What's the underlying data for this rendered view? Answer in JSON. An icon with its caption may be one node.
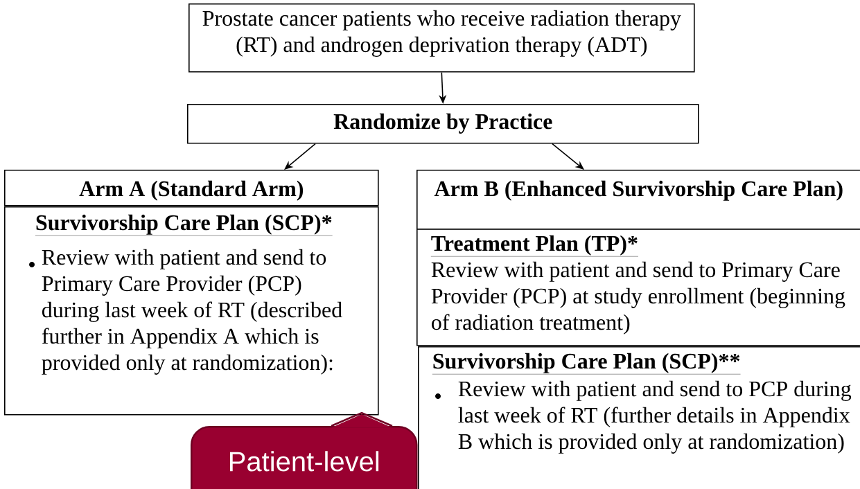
{
  "diagram": {
    "nodes": [
      {
        "text": [
          "Prostate cancer patients who receive radiation therapy (RT) and androgen deprivation therapy (ADT)"
        ]
      },
      {
        "text": [
          "Randomize by Practice"
        ]
      },
      {
        "text": [
          "Arm A (Standard Arm)"
        ]
      },
      {
        "text": [
          "Survivorship Care Plan (SCP)*",
          "Review with patient and send to Primary Care Provider (PCP) during last week of RT (described further in Appendix A which is provided only at randomization):"
        ]
      },
      {
        "text": [
          "Arm B (Enhanced Survivorship Care Plan)"
        ]
      },
      {
        "text": [
          "Treatment Plan (TP)*",
          "Review with patient and send to Primary Care Provider (PCP) at study enrollment (beginning of radiation treatment)"
        ]
      },
      {
        "text": [
          "Survivorship Care Plan (SCP)**",
          "Review with patient and send to PCP during last week of RT (further details in Appendix B which is provided only at randomization)"
        ]
      },
      {
        "text": [
          "Patient-level"
        ]
      }
    ],
    "edges": [
      {
        "from": 0,
        "to": 1,
        "arrow": "to"
      },
      {
        "from": 1,
        "to": 2,
        "arrow": "to"
      },
      {
        "from": 1,
        "to": 4,
        "arrow": "to"
      }
    ]
  }
}
